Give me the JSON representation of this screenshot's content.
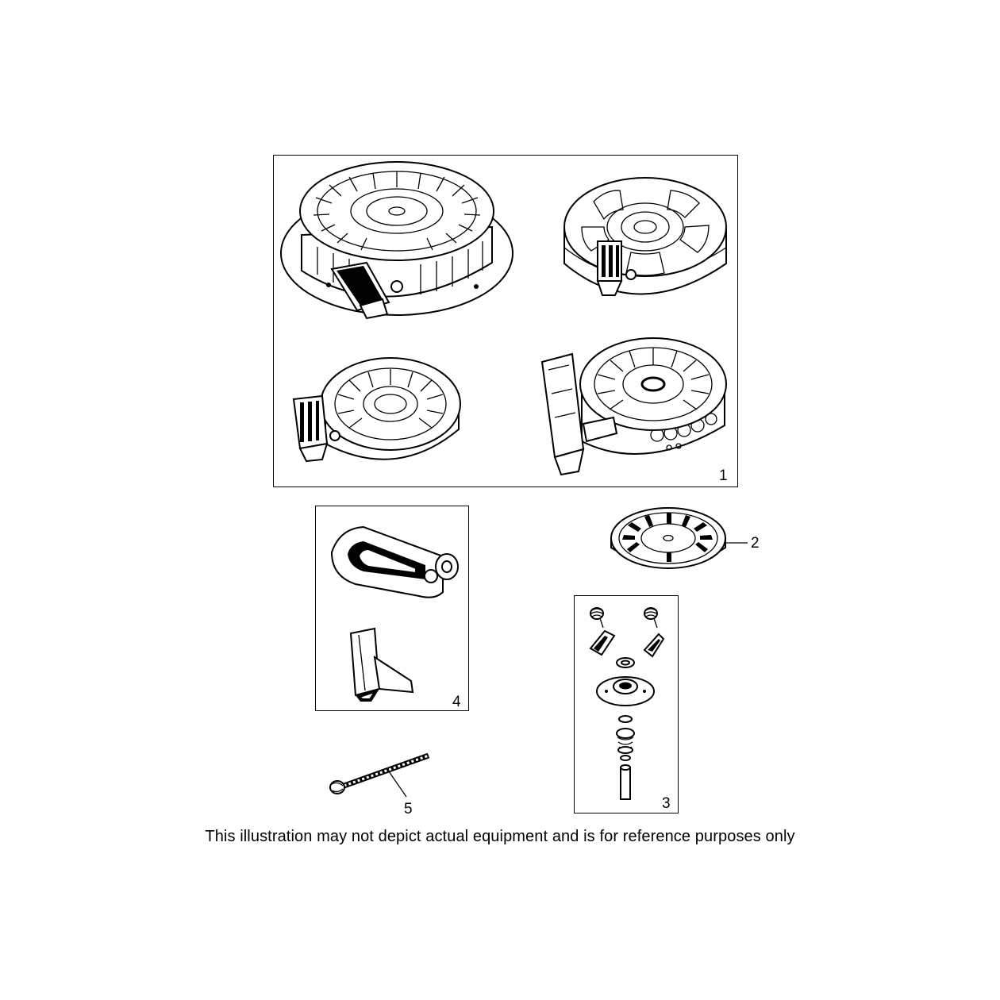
{
  "callouts": {
    "part1": "1",
    "part2": "2",
    "part3": "3",
    "part4": "4",
    "part5": "5"
  },
  "disclaimer": "This illustration may not depict actual equipment and is for reference purposes only",
  "icons": {
    "starter_top_left": "recoil-starter-with-flange-icon",
    "starter_top_right": "recoil-starter-spoked-icon",
    "starter_bottom_left": "recoil-starter-low-profile-icon",
    "starter_bottom_right": "recoil-starter-vented-icon",
    "pulley": "pulley-icon",
    "pawl_kit": "pawl-spring-kit-icon",
    "handle_kit": "starter-handle-icon",
    "rope": "starter-rope-icon"
  }
}
